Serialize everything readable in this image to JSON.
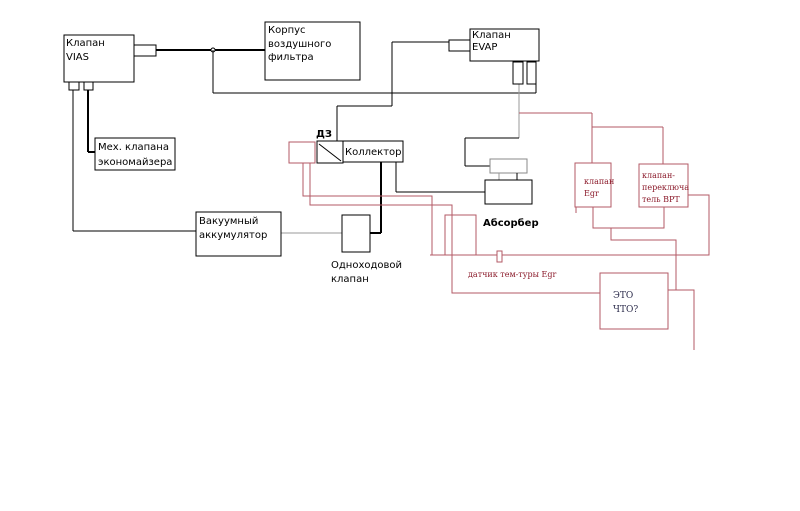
{
  "diagram": {
    "title": "Vacuum / EGR system scheme",
    "colors": {
      "main_lines": "#000000",
      "egr_lines": "#b35a66",
      "egr_text": "#8b1a2a"
    },
    "nodes": {
      "vias": {
        "line1": "Клапан",
        "line2": "VIAS"
      },
      "air_filter": {
        "line1": "Корпус",
        "line2": "воздушного",
        "line3": "фильтра"
      },
      "evap": {
        "line1": "Клапан",
        "line2": "EVAP"
      },
      "economizer": {
        "line1": "Мех. клапана",
        "line2": "экономайзера"
      },
      "throttle": {
        "label": "ДЗ"
      },
      "collector": {
        "label": "Коллектор"
      },
      "absorber": {
        "label": "Абсорбер"
      },
      "vacuum_acc": {
        "line1": "Вакуумный",
        "line2": "аккумулятор"
      },
      "check_valve": {
        "line1": "Одноходовой",
        "line2": "клапан"
      },
      "egr_valve": {
        "line1": "клапан",
        "line2": "Egr"
      },
      "bpt_valve": {
        "line1": "клапан-",
        "line2": "переключа",
        "line3": "тель BPT"
      },
      "egr_temp_sensor": {
        "label": "датчик тем-туры Egr"
      },
      "unknown": {
        "line1": "ЭТО",
        "line2": "ЧТО?"
      }
    }
  }
}
